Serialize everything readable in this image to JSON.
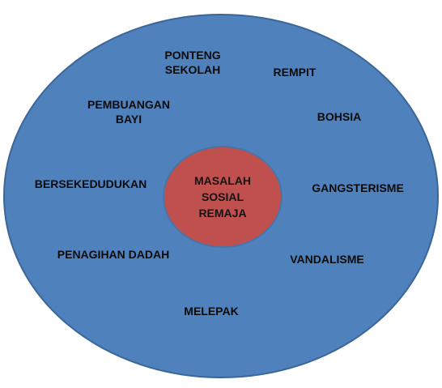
{
  "diagram": {
    "center": {
      "text": "MASALAH\nSOSIAL\nREMAJA"
    },
    "items": [
      {
        "id": "ponteng-sekolah",
        "text": "PONTENG\nSEKOLAH"
      },
      {
        "id": "rempit",
        "text": "REMPIT"
      },
      {
        "id": "pembuangan-bayi",
        "text": "PEMBUANGAN\nBAYI"
      },
      {
        "id": "bohsia",
        "text": "BOHSIA"
      },
      {
        "id": "bersekedudukan",
        "text": "BERSEKEDUDUKAN"
      },
      {
        "id": "gangsterisme",
        "text": "GANGSTERISME"
      },
      {
        "id": "penagihan-dadah",
        "text": "PENAGIHAN DADAH"
      },
      {
        "id": "vandalisme",
        "text": "VANDALISME"
      },
      {
        "id": "melepak",
        "text": "MELEPAK"
      }
    ]
  },
  "colors": {
    "outer_fill": "#4f81bd",
    "outer_stroke": "#3b6698",
    "inner_fill": "#c0504d",
    "inner_stroke": "#4a74a8"
  }
}
